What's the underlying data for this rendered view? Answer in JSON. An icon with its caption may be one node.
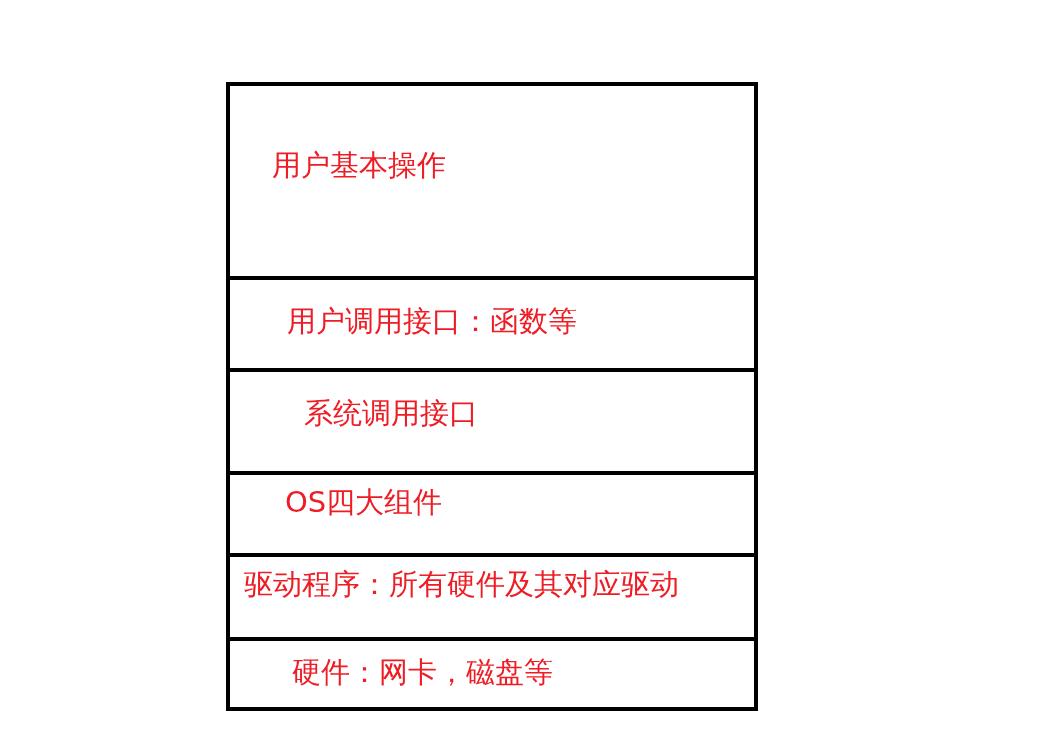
{
  "diagram": {
    "nodes": [
      {
        "text": [
          "用户基本操作"
        ]
      },
      {
        "text": [
          "用户调用接口：函数等"
        ]
      },
      {
        "text": [
          "系统调用接口"
        ]
      },
      {
        "text": [
          "OS四大组件"
        ]
      },
      {
        "text": [
          "驱动程序：所有硬件及其对应驱动"
        ]
      },
      {
        "text": [
          "硬件：网卡，磁盘等"
        ]
      }
    ]
  }
}
